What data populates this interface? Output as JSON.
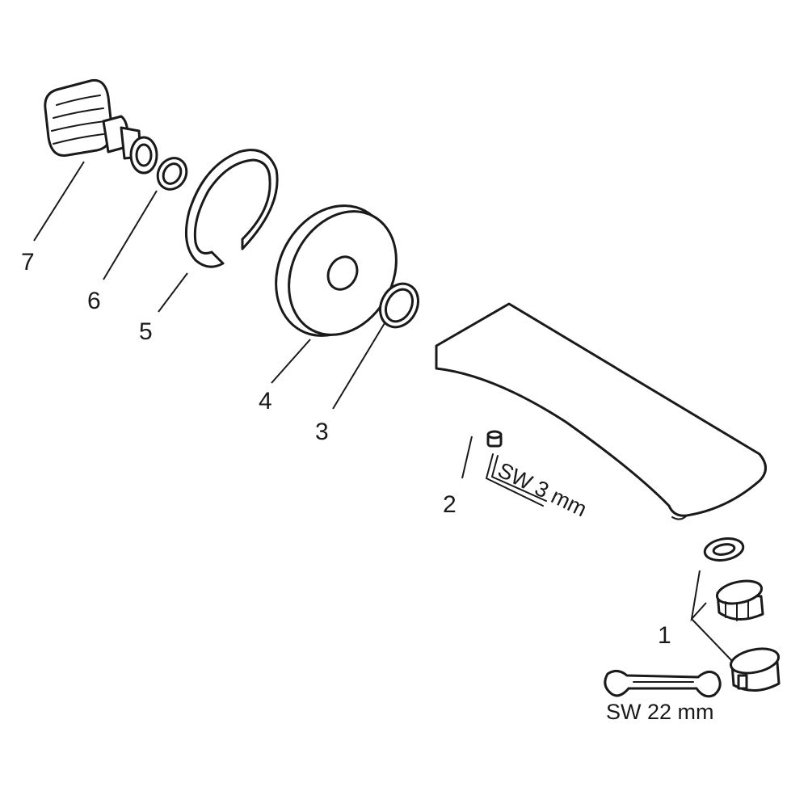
{
  "callouts": {
    "c1": "1",
    "c2": "2",
    "c3": "3",
    "c4": "4",
    "c5": "5",
    "c6": "6",
    "c7": "7"
  },
  "tools": {
    "hex_key": "SW 3 mm",
    "wrench": "SW 22 mm"
  },
  "colors": {
    "ink": "#1a1a1a",
    "paper": "#ffffff"
  }
}
